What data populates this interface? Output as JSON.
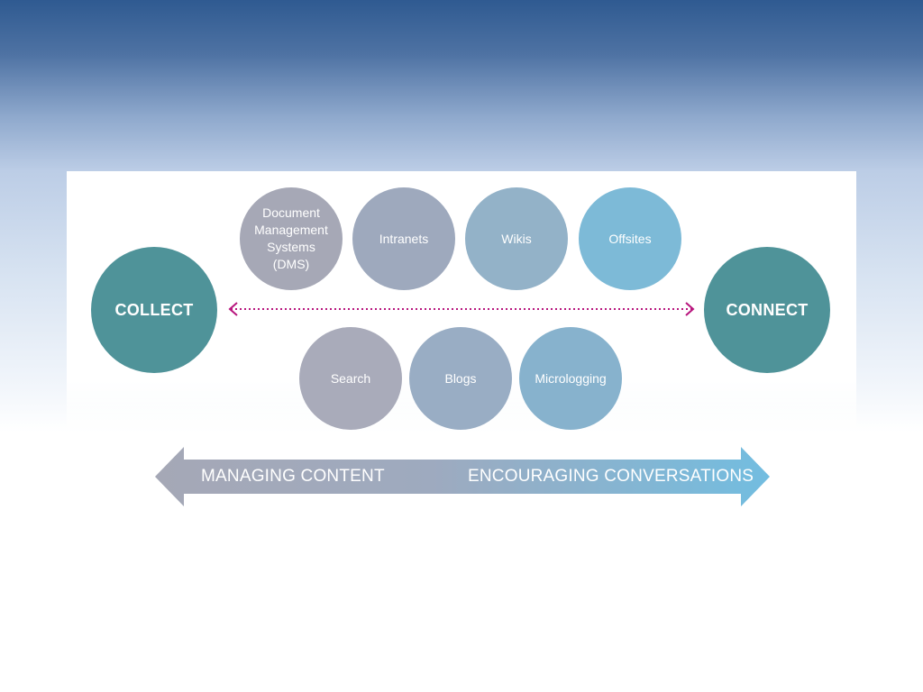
{
  "diagram": {
    "left_node": "COLLECT",
    "right_node": "CONNECT",
    "top_row": [
      {
        "label_lines": [
          "Document",
          "Management",
          "Systems",
          "(DMS)"
        ],
        "color": "#a6a8b6"
      },
      {
        "label": "Intranets",
        "color": "#9ea9bd"
      },
      {
        "label": "Wikis",
        "color": "#93b2c8"
      },
      {
        "label": "Offsites",
        "color": "#7dbad7"
      }
    ],
    "bottom_row": [
      {
        "label": "Search",
        "color": "#a9abba"
      },
      {
        "label": "Blogs",
        "color": "#99adc4"
      },
      {
        "label": "Micrologging",
        "color": "#87b2cd"
      }
    ],
    "arrow": {
      "left_label": "MANAGING CONTENT",
      "right_label": "ENCOURAGING CONVERSATIONS",
      "color_start": "#a5a8b6",
      "color_end": "#72bde0"
    },
    "connector_color": "#b8167e",
    "node_color": "#4f9399"
  }
}
